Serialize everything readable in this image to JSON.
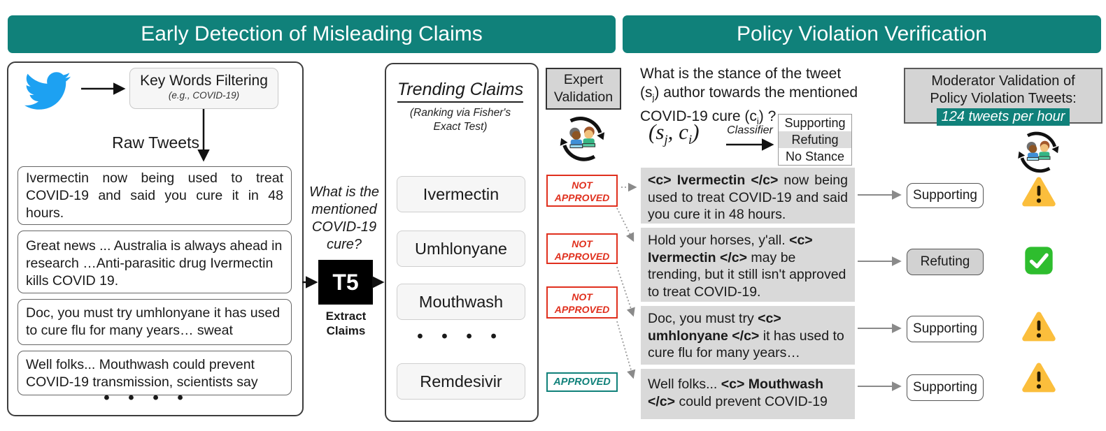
{
  "headers": {
    "left": "Early Detection of Misleading Claims",
    "right": "Policy Violation Verification"
  },
  "colors": {
    "teal": "#10817A",
    "red": "#E0301E",
    "green": "#2EBD2E",
    "warning": "#FBBE3C",
    "twitter": "#1DA1F2",
    "tweetgray": "#D9D9D9"
  },
  "left_panel": {
    "source_icon": "twitter-bird-icon",
    "keyword_box": {
      "title": "Key Words Filtering",
      "subtitle": "(e.g., COVID-19)"
    },
    "raw_tweets_label": "Raw Tweets",
    "tweets": [
      "Ivermectin now being used to treat COVID-19 and said you cure it in 48 hours.",
      "Great news ... Australia is always ahead in research …Anti-parasitic drug Ivermectin kills COVID 19.",
      "Doc, you must try umhlonyane it has used to cure flu for many years… sweat",
      "Well folks... Mouthwash could prevent COVID-19 transmission, scientists say"
    ],
    "ellipsis": "• • • •"
  },
  "extractor": {
    "question": "What is the mentioned COVID-19 cure?",
    "model": "T5",
    "caption": "Extract Claims"
  },
  "trending": {
    "title": "Trending Claims",
    "subtitle": "(Ranking via Fisher's Exact Test)",
    "claims": [
      "Ivermectin",
      "Umhlonyane",
      "Mouthwash"
    ],
    "ellipsis": "• • • •",
    "last_claim": "Remdesivir"
  },
  "expert": {
    "title": "Expert Validation",
    "badges": [
      "NOT APPROVED",
      "NOT APPROVED",
      "NOT APPROVED",
      "APPROVED"
    ]
  },
  "verification": {
    "q1": "What is the stance of the tweet",
    "q2_pre": "(s",
    "q2_sub": "j",
    "q2_post": ") author towards the mentioned",
    "q3_pre": "COVID-19 cure (c",
    "q3_sub": "i",
    "q3_post": ") ?",
    "pair_open": "(s",
    "pair_sub1": "j",
    "pair_mid": ", c",
    "pair_sub2": "i",
    "pair_close": ")",
    "classifier_label": "Classifier",
    "stance_options": [
      "Supporting",
      "Refuting",
      "No Stance"
    ],
    "tweets": [
      {
        "pre": "",
        "tag": "<c> Ivermectin </c>",
        "post": " now being used to treat COVID-19 and said you cure it in 48 hours."
      },
      {
        "pre": "Hold your horses, y'all. ",
        "tag": "<c> Ivermectin </c>",
        "post": " may be trending, but it still isn't approved to treat COVID-19."
      },
      {
        "pre": "Doc, you must try ",
        "tag": "<c> umhlonyane </c>",
        "post": " it has used to cure flu for many years…"
      },
      {
        "pre": "Well folks... ",
        "tag": "<c> Mouthwash </c>",
        "post": " could prevent COVID-19"
      }
    ],
    "results": [
      "Supporting",
      "Refuting",
      "Supporting",
      "Supporting"
    ],
    "result_icons": [
      "warning",
      "check",
      "warning",
      "warning"
    ]
  },
  "moderator": {
    "line1": "Moderator Validation of",
    "line2": "Policy Violation Tweets:",
    "highlight": "124 tweets per hour"
  }
}
